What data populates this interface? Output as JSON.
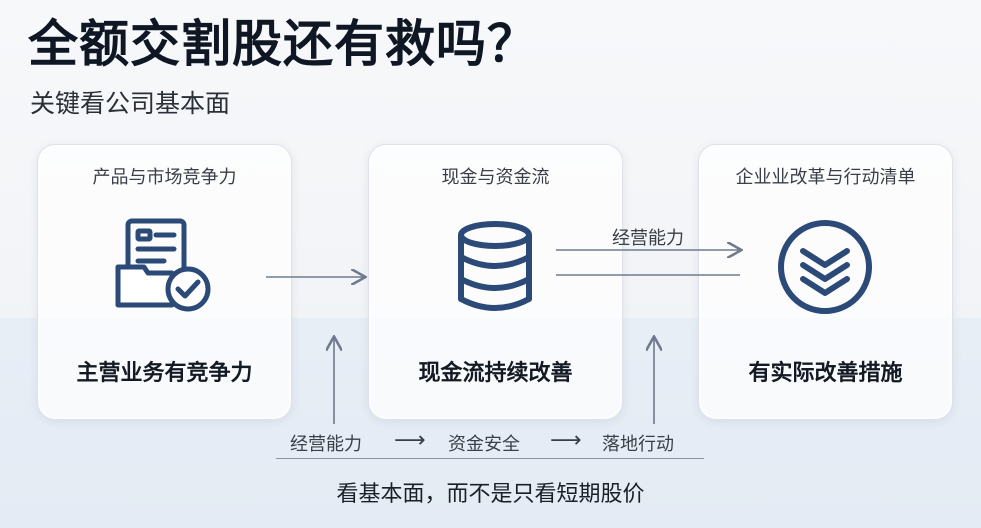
{
  "title": "全额交割股还有救吗？",
  "subtitle": "关键看公司基本面",
  "cards": [
    {
      "header": "产品与市场竞争力",
      "label": "主营业务有竞争力",
      "icon": "document-check-icon"
    },
    {
      "header": "现金与资金流",
      "label": "现金流持续改善",
      "icon": "database-stack-icon"
    },
    {
      "header": "企业业改革与行动清单",
      "label": "有实际改善措施",
      "icon": "chevrons-down-circle-icon"
    }
  ],
  "top_flow_label": "经营能力",
  "bottom_flow": {
    "step1": "经营能力",
    "step2": "资金安全",
    "step3": "落地行动",
    "arrow": "⟶"
  },
  "footer": "看基本面，而不是只看短期股价",
  "colors": {
    "icon_blue": "#2b4a78",
    "arrow_gray": "#6f7b8c",
    "title": "#0f1624"
  }
}
